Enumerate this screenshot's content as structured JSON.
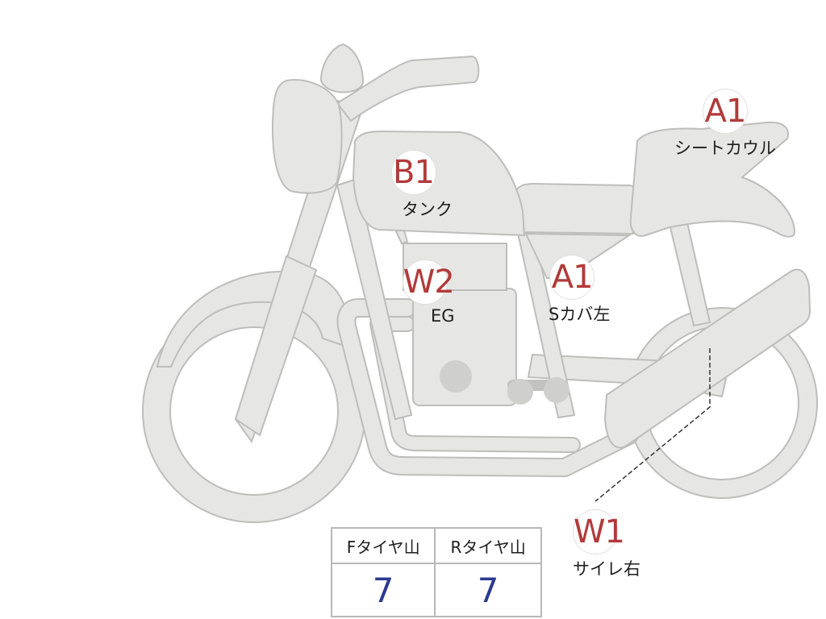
{
  "markers": {
    "seat_cowl": {
      "code": "A1",
      "label": "シートカウル"
    },
    "tank": {
      "code": "B1",
      "label": "タンク"
    },
    "engine": {
      "code": "W2",
      "label": "EG"
    },
    "side_cover_left": {
      "code": "A1",
      "label": "Sカバ左"
    },
    "muffler_right": {
      "code": "W1",
      "label": "サイレ右"
    }
  },
  "tire_table": {
    "front_header": "Fタイヤ山",
    "rear_header": "Rタイヤ山",
    "front_value": "7",
    "rear_value": "7"
  },
  "colors": {
    "part_fill": "#e6e6e4",
    "part_outline": "#bdbdbb",
    "code_text": "#b23a3a",
    "table_value": "#2b3a8f"
  }
}
